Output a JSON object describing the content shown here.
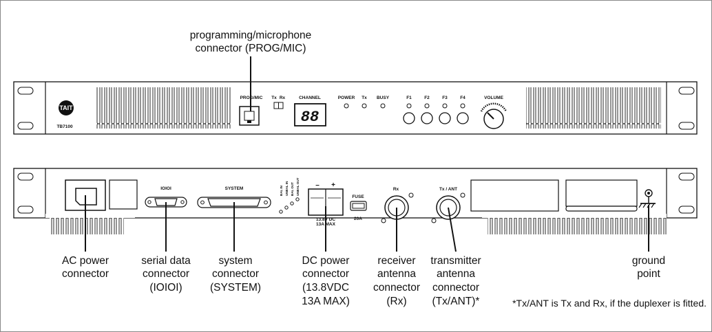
{
  "front_panel": {
    "model": "TB7100",
    "prog_mic": "PROG/MIC",
    "tx": "Tx",
    "rx": "Rx",
    "channel": "CHANNEL",
    "channel_display": "88",
    "power": "POWER",
    "tx_led": "Tx",
    "busy": "BUSY",
    "f1": "F1",
    "f2": "F2",
    "f3": "F3",
    "f4": "F4",
    "volume": "VOLUME"
  },
  "rear_panel": {
    "serial": "IOIOI",
    "system": "SYSTEM",
    "bal_in": "BAL IN",
    "unbal_in": "UNBAL IN",
    "bal_out": "BAL OUT",
    "unbal_out": "UNBAL OUT",
    "minus": "–",
    "plus": "+",
    "dc_line1": "13.8V DC",
    "dc_line2": "13A MAX",
    "fuse": "FUSE",
    "fuse_rating": "20A",
    "rx": "Rx",
    "tx_ant": "Tx / ANT"
  },
  "callouts": {
    "prog_mic_line1": "programming/microphone",
    "prog_mic_line2": "connector (PROG/MIC)",
    "ac_line1": "AC power",
    "ac_line2": "connector",
    "serial_line1": "serial data",
    "serial_line2": "connector",
    "serial_line3": "(IOIOI)",
    "system_line1": "system",
    "system_line2": "connector",
    "system_line3": "(SYSTEM)",
    "dc_line1": "DC power",
    "dc_line2": "connector",
    "dc_line3": "(13.8VDC",
    "dc_line4": "13A MAX)",
    "rx_line1": "receiver",
    "rx_line2": "antenna",
    "rx_line3": "connector",
    "rx_line4": "(Rx)",
    "tx_line1": "transmitter",
    "tx_line2": "antenna",
    "tx_line3": "connector",
    "tx_line4": "(Tx/ANT)*",
    "ground_line1": "ground",
    "ground_line2": "point"
  },
  "footnote": "*Tx/ANT is Tx and Rx, if the duplexer is fitted."
}
